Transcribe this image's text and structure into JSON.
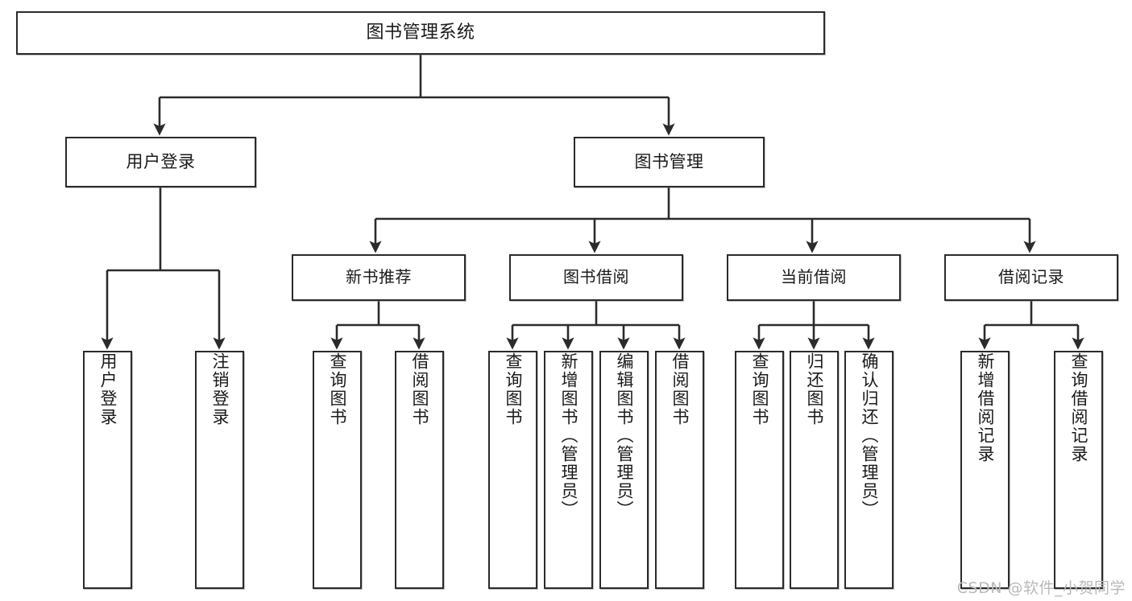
{
  "diagram": {
    "title": "图书管理系统",
    "type": "hierarchy-tree",
    "watermark": "CSDN @软件_小贺同学",
    "colors": {
      "box_border": "#2b2b2b",
      "box_fill": "#ffffff",
      "edge": "#2b2b2b",
      "text": "#1a1a1a",
      "watermark": "#b9b9b9"
    },
    "nodes": {
      "root": {
        "label": "图书管理系统",
        "orientation": "horizontal"
      },
      "level2": [
        {
          "label": "用户登录",
          "orientation": "horizontal"
        },
        {
          "label": "图书管理",
          "orientation": "horizontal"
        }
      ],
      "level3": [
        {
          "label": "新书推荐",
          "orientation": "horizontal"
        },
        {
          "label": "图书借阅",
          "orientation": "horizontal"
        },
        {
          "label": "当前借阅",
          "orientation": "horizontal"
        },
        {
          "label": "借阅记录",
          "orientation": "horizontal"
        }
      ],
      "leaves": {
        "user_login": [
          {
            "label": "用户登录",
            "orientation": "vertical"
          },
          {
            "label": "注销登录",
            "orientation": "vertical"
          }
        ],
        "new_book_recommend": [
          {
            "label": "查询图书",
            "orientation": "vertical"
          },
          {
            "label": "借阅图书",
            "orientation": "vertical"
          }
        ],
        "book_borrow": [
          {
            "label": "查询图书",
            "orientation": "vertical"
          },
          {
            "label": "新增图书（管理员）",
            "orientation": "vertical"
          },
          {
            "label": "编辑图书（管理员）",
            "orientation": "vertical"
          },
          {
            "label": "借阅图书",
            "orientation": "vertical"
          }
        ],
        "current_borrow": [
          {
            "label": "查询图书",
            "orientation": "vertical"
          },
          {
            "label": "归还图书",
            "orientation": "vertical"
          },
          {
            "label": "确认归还（管理员）",
            "orientation": "vertical"
          }
        ],
        "borrow_record": [
          {
            "label": "新增借阅记录",
            "orientation": "vertical"
          },
          {
            "label": "查询借阅记录",
            "orientation": "vertical"
          }
        ]
      }
    }
  }
}
